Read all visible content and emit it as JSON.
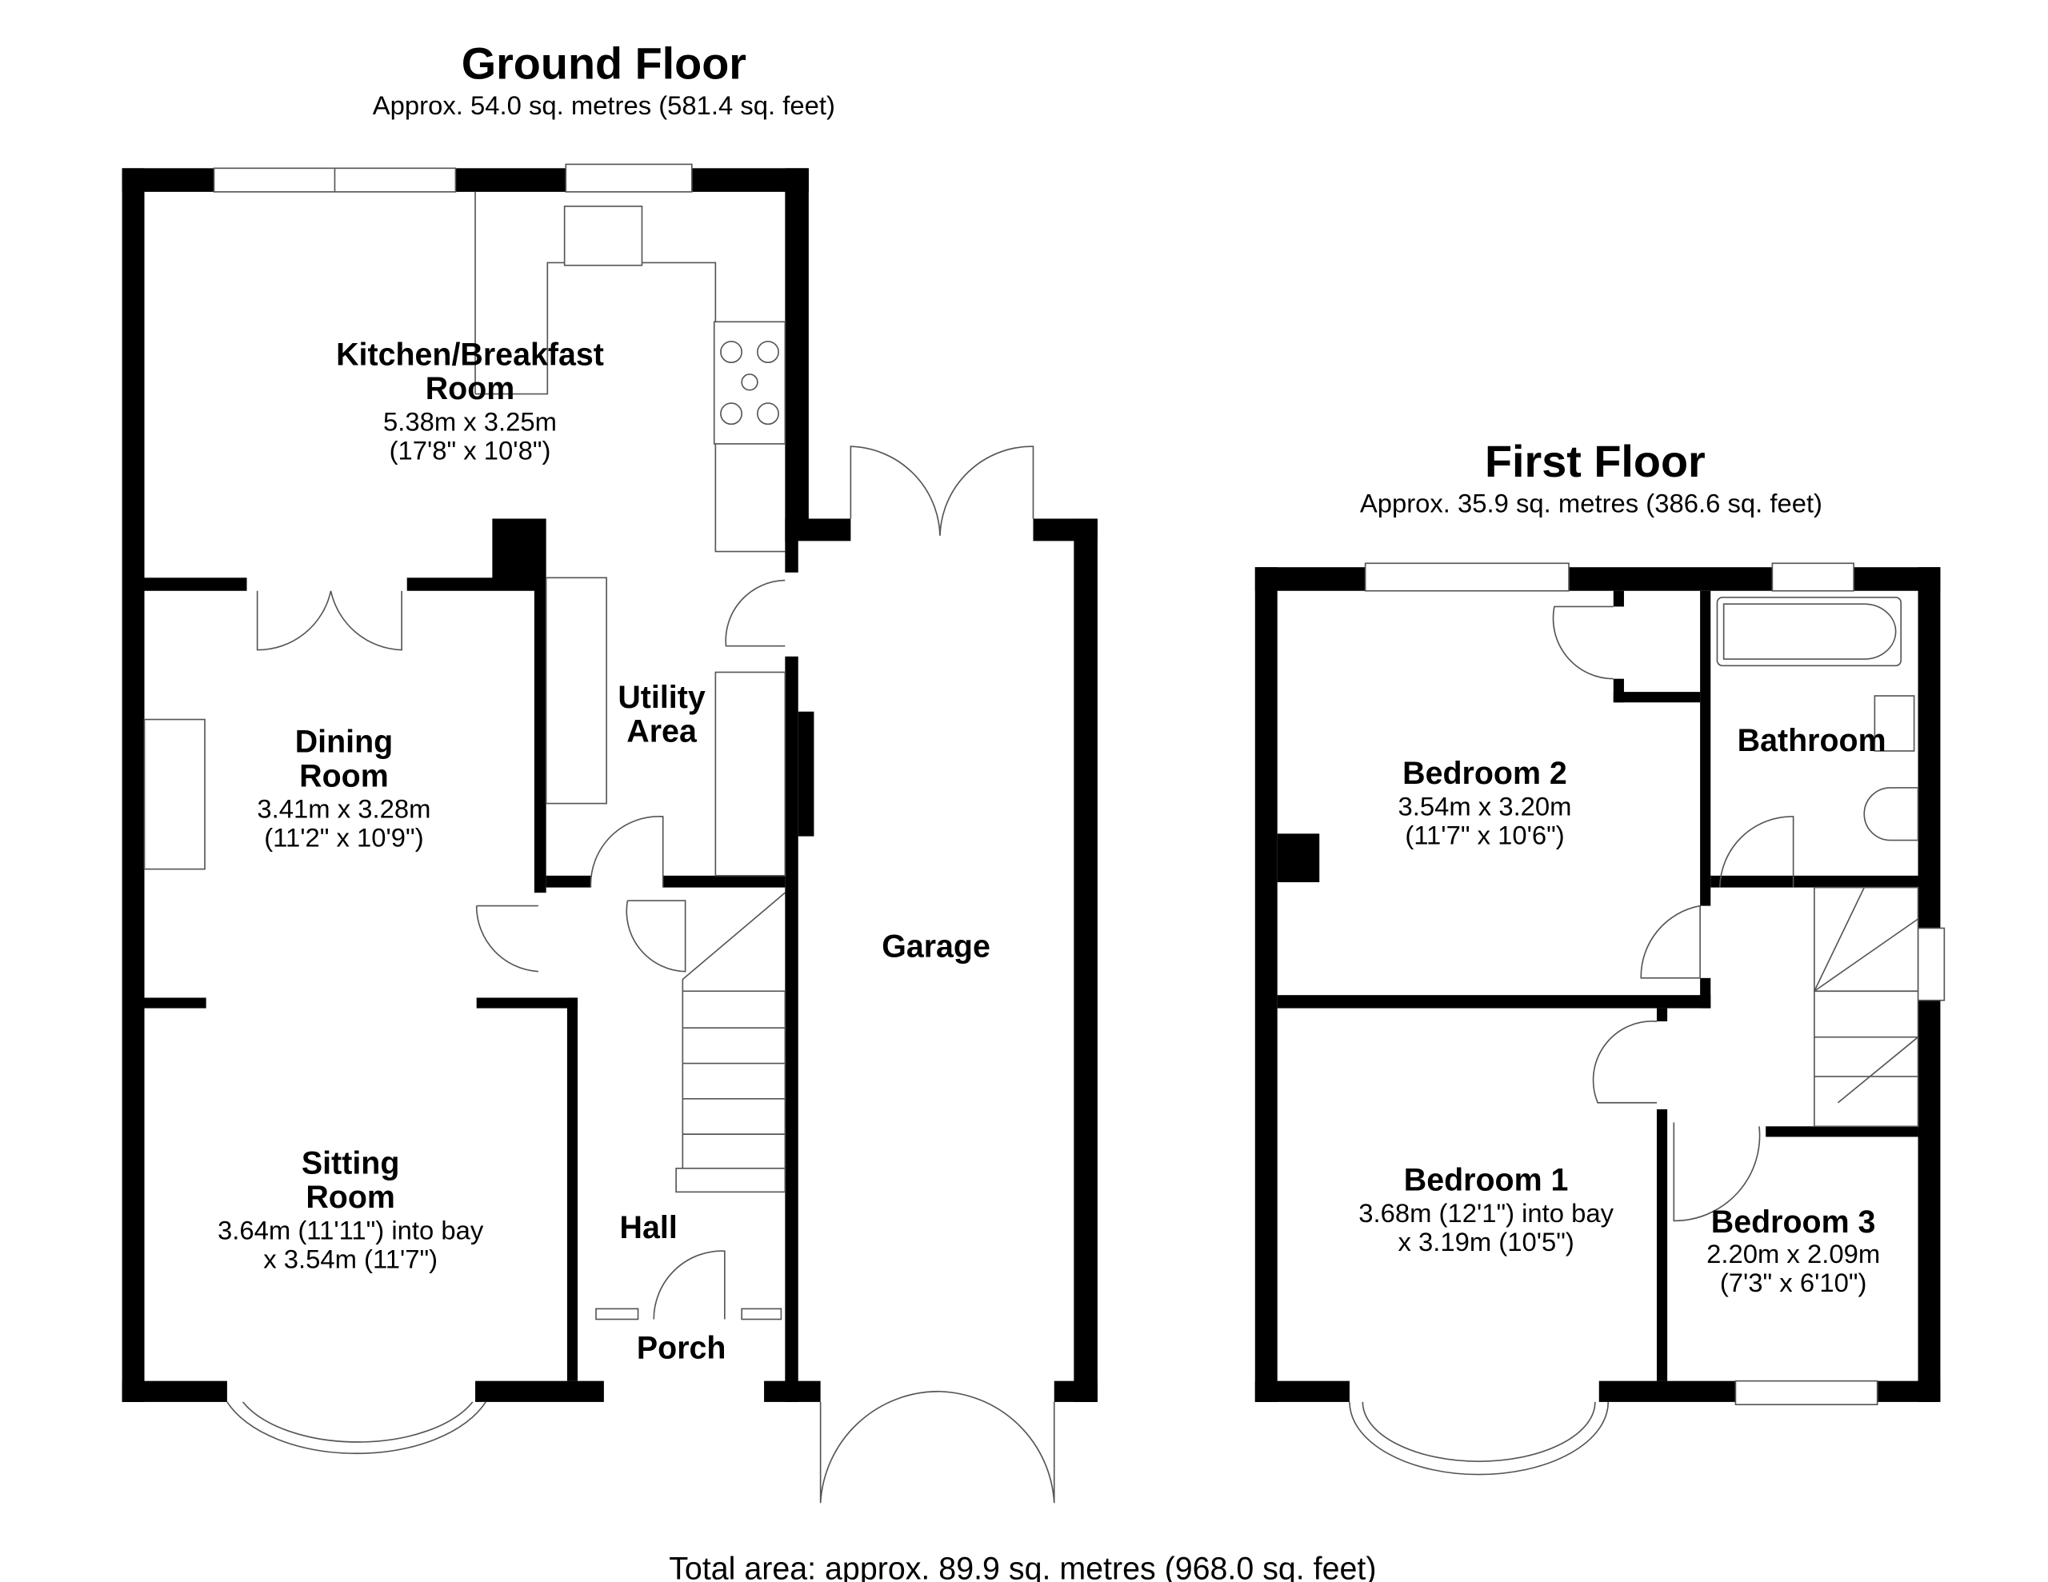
{
  "ground_floor": {
    "title": "Ground Floor",
    "area": "Approx. 54.0 sq. metres (581.4 sq. feet)",
    "rooms": {
      "kitchen": {
        "name1": "Kitchen/Breakfast",
        "name2": "Room",
        "dim1": "5.38m x 3.25m",
        "dim2": "(17'8\" x 10'8\")"
      },
      "dining": {
        "name1": "Dining",
        "name2": "Room",
        "dim1": "3.41m x 3.28m",
        "dim2": "(11'2\" x 10'9\")"
      },
      "sitting": {
        "name1": "Sitting",
        "name2": "Room",
        "dim1": "3.64m (11'11\") into bay",
        "dim2": "x 3.54m (11'7\")"
      },
      "utility": {
        "name1": "Utility",
        "name2": "Area"
      },
      "garage": {
        "name": "Garage"
      },
      "hall": {
        "name": "Hall"
      },
      "porch": {
        "name": "Porch"
      }
    }
  },
  "first_floor": {
    "title": "First Floor",
    "area": "Approx. 35.9 sq. metres (386.6 sq. feet)",
    "rooms": {
      "bedroom2": {
        "name": "Bedroom 2",
        "dim1": "3.54m x 3.20m",
        "dim2": "(11'7\" x 10'6\")"
      },
      "bathroom": {
        "name": "Bathroom"
      },
      "bedroom1": {
        "name": "Bedroom 1",
        "dim1": "3.68m (12'1\") into bay",
        "dim2": "x 3.19m (10'5\")"
      },
      "bedroom3": {
        "name": "Bedroom 3",
        "dim1": "2.20m x 2.09m",
        "dim2": "(7'3\" x 6'10\")"
      }
    }
  },
  "total_area": "Total area: approx. 89.9 sq. metres (968.0 sq. feet)"
}
